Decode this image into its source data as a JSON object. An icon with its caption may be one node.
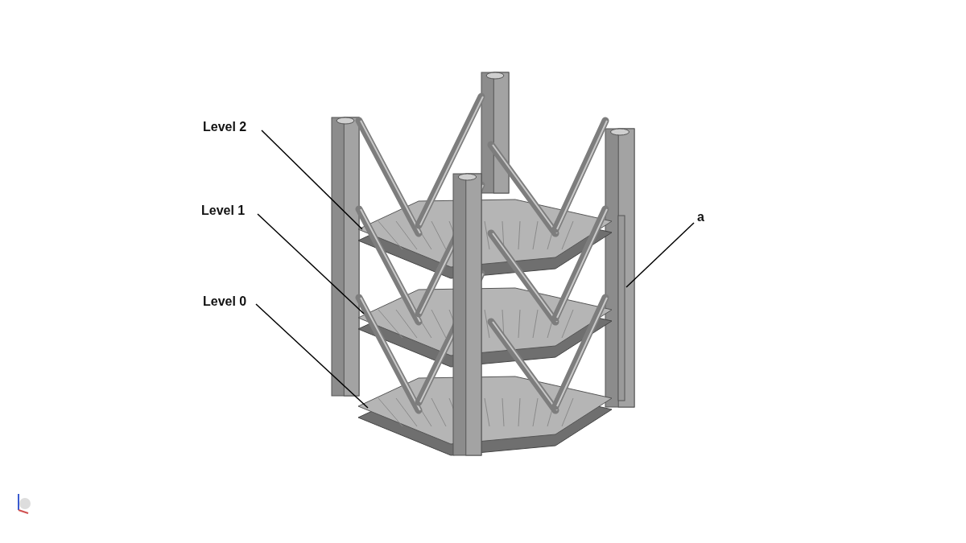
{
  "diagram": {
    "nodes": [
      {
        "text": [
          "Level 2"
        ]
      },
      {
        "text": [
          "Level 1"
        ]
      },
      {
        "text": [
          "Level 0"
        ]
      },
      {
        "text": [
          "a"
        ]
      }
    ],
    "edges": [
      {
        "from": 0,
        "to": null,
        "arrow": "none"
      },
      {
        "from": 1,
        "to": null,
        "arrow": "none"
      },
      {
        "from": 2,
        "to": null,
        "arrow": "none"
      },
      {
        "from": 3,
        "to": null,
        "arrow": "none"
      }
    ]
  }
}
